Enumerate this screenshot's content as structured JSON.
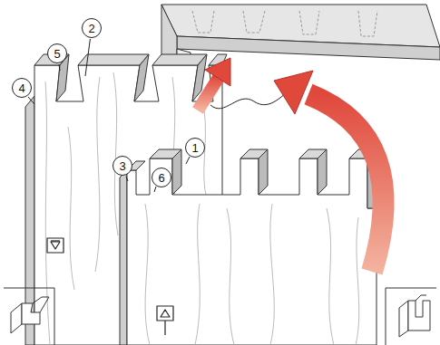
{
  "diagram": {
    "nodes": [
      {
        "text": [
          "2"
        ]
      },
      {
        "text": [
          "5"
        ]
      },
      {
        "text": [
          "4"
        ]
      },
      {
        "text": [
          "1"
        ]
      },
      {
        "text": [
          "3"
        ]
      },
      {
        "text": [
          "6"
        ]
      }
    ]
  }
}
